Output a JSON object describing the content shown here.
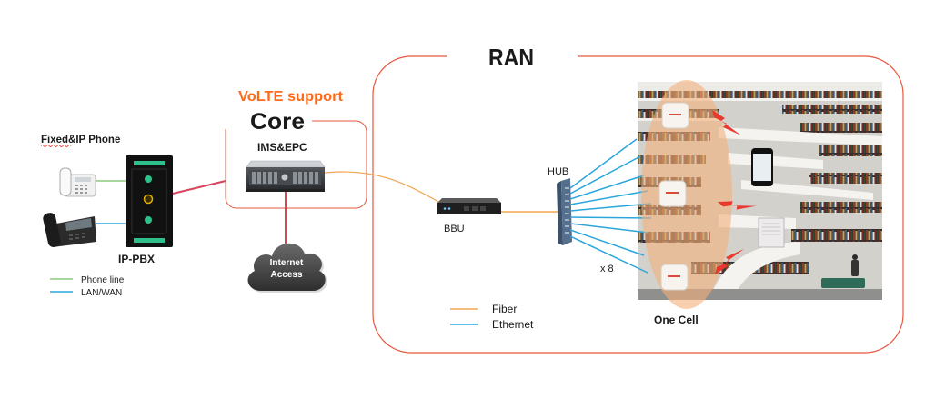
{
  "left": {
    "phone_group_label": "Fixed&IP Phone",
    "pbx_label": "IP-PBX",
    "legend": [
      {
        "label": "Phone line",
        "color": "#8cc97d"
      },
      {
        "label": "LAN/WAN",
        "color": "#2aa6dc"
      }
    ]
  },
  "core": {
    "feature_label": "VoLTE support",
    "title": "Core",
    "system_label": "IMS&EPC"
  },
  "internet": {
    "label_line1": "Internet",
    "label_line2": "Access"
  },
  "ran": {
    "title": "RAN",
    "bbu_label": "BBU",
    "hub_label": "HUB",
    "link_count": "x 8",
    "cell_label": "One Cell",
    "legend": [
      {
        "label": "Fiber",
        "color": "#f2a552"
      },
      {
        "label": "Ethernet",
        "color": "#2aa6dc"
      }
    ]
  },
  "colors": {
    "core_link": "#d9435c",
    "group_border": "#e5573f",
    "volte_text": "#ff6a1a",
    "cell_highlight": "#f3b07c",
    "signal_bolt": "#e8392e"
  },
  "icons": {
    "fixed_phone": "desk-phone-icon",
    "ip_phone": "ip-phone-icon",
    "pbx": "ip-pbx-device-icon",
    "core_server": "server-icon",
    "internet": "cloud-icon",
    "bbu": "bbu-device-icon",
    "hub": "hub-device-icon",
    "small_cell": "small-cell-icon",
    "ue_phone": "smartphone-icon",
    "cpe": "cpe-box-icon",
    "radio_signal": "lightning-bolt-icon"
  }
}
